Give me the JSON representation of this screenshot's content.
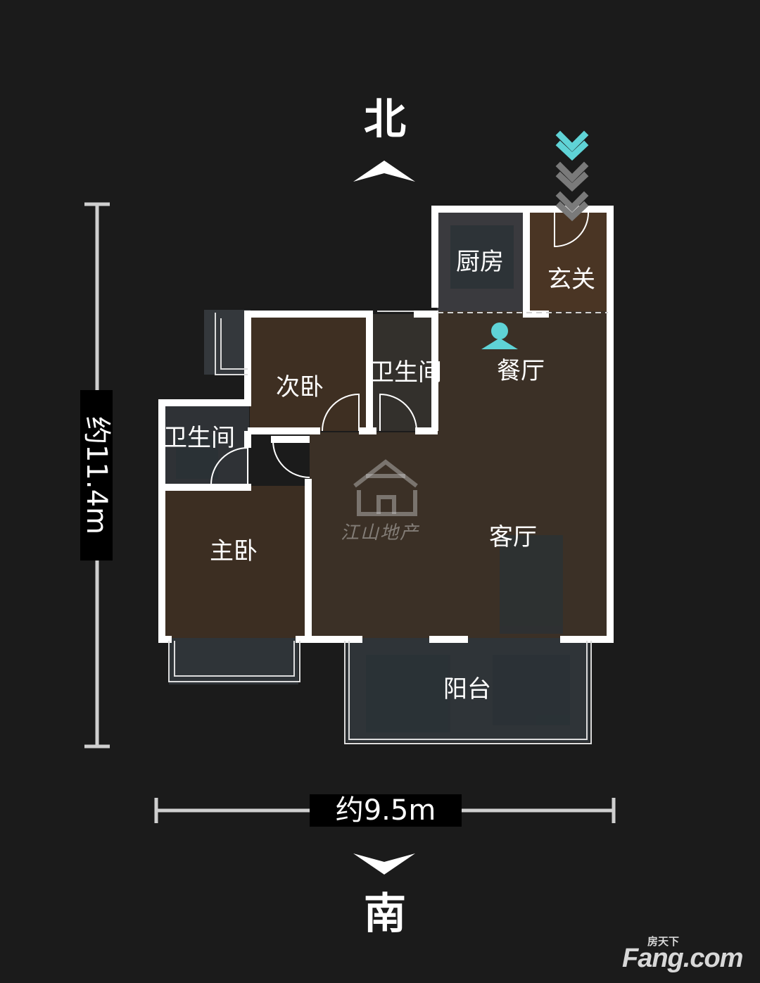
{
  "compass": {
    "north": "北",
    "south": "南"
  },
  "dimensions": {
    "width": "约9.5m",
    "height": "约11.4m"
  },
  "rooms": {
    "kitchen": "厨房",
    "entrance": "玄关",
    "dining": "餐厅",
    "second_bedroom": "次卧",
    "bathroom_north": "卫生间",
    "bathroom_west": "卫生间",
    "master_bedroom": "主卧",
    "living_room": "客厅",
    "balcony": "阳台"
  },
  "watermark": {
    "text": "江山地产"
  },
  "brand": {
    "main": "Fang.com",
    "sub": "房天下"
  },
  "colors": {
    "background": "#1b1b1b",
    "wall": "#ffffff",
    "floor": "#3b3026",
    "accent": "#5fd3d6",
    "dimension_line": "#cfcfcf"
  },
  "icons": {
    "north_arrow": "chevron-up-icon",
    "south_arrow": "chevron-down-icon",
    "entry_arrows": "entry-chevrons-icon",
    "viewpoint": "camera-viewpoint-icon"
  }
}
